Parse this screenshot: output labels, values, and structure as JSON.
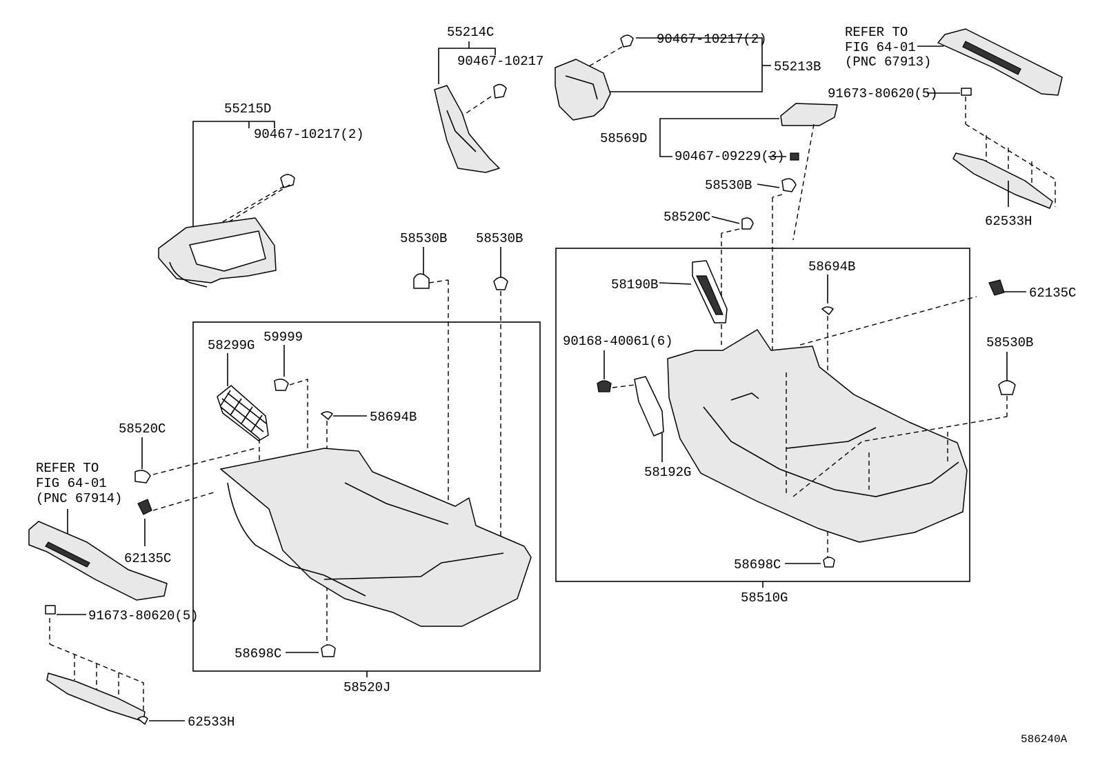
{
  "diagram_id": "586240A",
  "parts": {
    "p55215D": "55215D",
    "p90467_10217_2_left": "90467-10217(2)",
    "p55214C": "55214C",
    "p90467_10217": "90467-10217",
    "p90467_10217_2_right": "90467-10217(2)",
    "p55213B": "55213B",
    "p58569D": "58569D",
    "p90467_09229_3": "90467-09229(3)",
    "p58530B_right_top": "58530B",
    "p58520C_right": "58520C",
    "refer_right_line1": "REFER TO",
    "refer_right_line2": "FIG 64-01",
    "refer_right_line3": "(PNC 67913)",
    "p91673_80620_5_right": "91673-80620(5)",
    "p62533H_right": "62533H",
    "p58530B_mid1": "58530B",
    "p58530B_mid2": "58530B",
    "p58299G": "58299G",
    "p59999": "59999",
    "p58694B_left": "58694B",
    "p58520C_left": "58520C",
    "refer_left_line1": "REFER TO",
    "refer_left_line2": "FIG 64-01",
    "refer_left_line3": "(PNC 67914)",
    "p62135C_left": "62135C",
    "p91673_80620_5_left": "91673-80620(5)",
    "p62533H_left": "62533H",
    "p58698C_left": "58698C",
    "p58520J": "58520J",
    "p58190B": "58190B",
    "p58694B_right": "58694B",
    "p62135C_right": "62135C",
    "p90168_40061_6": "90168-40061(6)",
    "p58530B_right": "58530B",
    "p58192G": "58192G",
    "p58698C_right": "58698C",
    "p58510G": "58510G"
  }
}
